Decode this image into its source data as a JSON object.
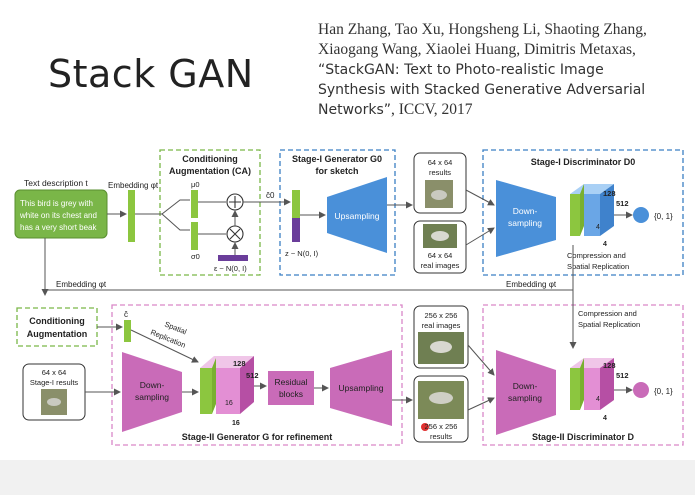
{
  "slide": {
    "title": "Stack GAN",
    "citation_authors": "Han Zhang, Tao Xu, Hongsheng Li, Shaoting Zhang, Xiaogang Wang, Xiaolei Huang, Dimitris Metaxas,",
    "citation_title": "“StackGAN: Text to Photo-realistic Image Synthesis with Stacked Generative Adversarial Networks”",
    "citation_venue": ", ICCV, 2017"
  },
  "diagram": {
    "text_description_label": "Text description t",
    "text_description": [
      "This bird is grey with",
      "white on its chest and",
      "has a very short beak"
    ],
    "embedding_label": "Embedding φt",
    "ca_title": [
      "Conditioning",
      "Augmentation (CA)"
    ],
    "mu_label": "μ0",
    "sigma_label": "σ0",
    "epsilon_label": "ε ~ N(0, I)",
    "c0_label": "ĉ0",
    "stage1_gen_title": [
      "Stage-I Generator G0",
      "for sketch"
    ],
    "z_label": "z ~ N(0, I)",
    "upsampling_label": "Upsampling",
    "results_64": [
      "64 x 64",
      "results"
    ],
    "real_64": [
      "64 x 64",
      "real images"
    ],
    "stage1_disc_title": "Stage-I Discriminator D0",
    "downsampling_label": [
      "Down-",
      "sampling"
    ],
    "cube1_labels": [
      "128",
      "512",
      "4",
      "4"
    ],
    "output_label": "{0, 1}",
    "compression_label": [
      "Compression and",
      "Spatial Replication"
    ],
    "embedding_label_2": "Embedding φt",
    "embedding_label_3": "Embedding φt",
    "cond_aug_2": [
      "Conditioning",
      "Augmentation"
    ],
    "c_hat_label": "ĉ",
    "spatial_rep_label": [
      "Spatial",
      "Replication"
    ],
    "stage1_results": [
      "64 x 64",
      "Stage-I results"
    ],
    "cube2_labels": [
      "128",
      "512",
      "16",
      "16"
    ],
    "residual_label": [
      "Residual",
      "blocks"
    ],
    "real_256": [
      "256 x 256",
      "real images"
    ],
    "results_256": [
      "256 x 256",
      "results"
    ],
    "stage2_gen_title": "Stage-II Generator G for refinement",
    "stage2_disc_title": "Stage-II Discriminator D",
    "compression_label_2": [
      "Compression and",
      "Spatial Replication"
    ],
    "cube3_labels": [
      "128",
      "512",
      "4",
      "4"
    ],
    "colors": {
      "green": "#8cc63f",
      "purple": "#6a3d9a",
      "blue": "#4a90d9",
      "pink": "#c96bb8",
      "green_dash": "#7ab648",
      "blue_dash": "#3b7fc4",
      "pink_dash": "#d987c8"
    }
  }
}
